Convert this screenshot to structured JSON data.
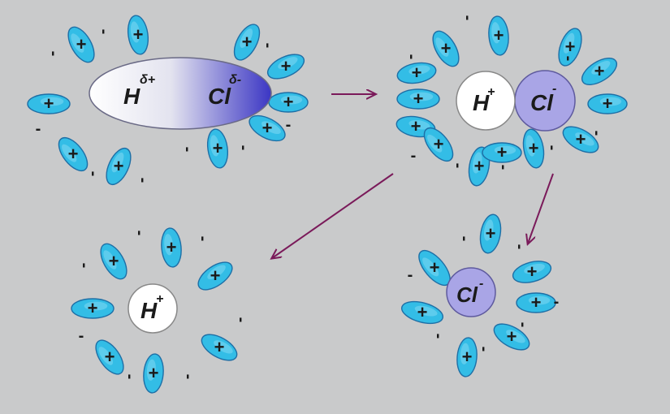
{
  "colors": {
    "background": "#c9cacb",
    "dipole_fill": "#33bde6",
    "dipole_stroke": "#1e6fa6",
    "h_ion_fill": "#ffffff",
    "cl_ion_fill": "#a9a5e6",
    "molecule_left": "#ffffff",
    "molecule_right": "#3b36c4",
    "arrow": "#7a1a5a",
    "text": "#1a1a1a"
  },
  "symbols": {
    "plus": "+",
    "minus": "-"
  },
  "molecule": {
    "h_label": "H",
    "h_charge": "δ+",
    "cl_label": "Cl",
    "cl_charge": "δ-"
  },
  "dissociating_pair": {
    "h_label": "H",
    "h_charge": "+",
    "cl_label": "Cl",
    "cl_charge": "-"
  },
  "hydrated_h": {
    "label": "H",
    "charge": "+"
  },
  "hydrated_cl": {
    "label": "Cl",
    "charge": "-"
  }
}
